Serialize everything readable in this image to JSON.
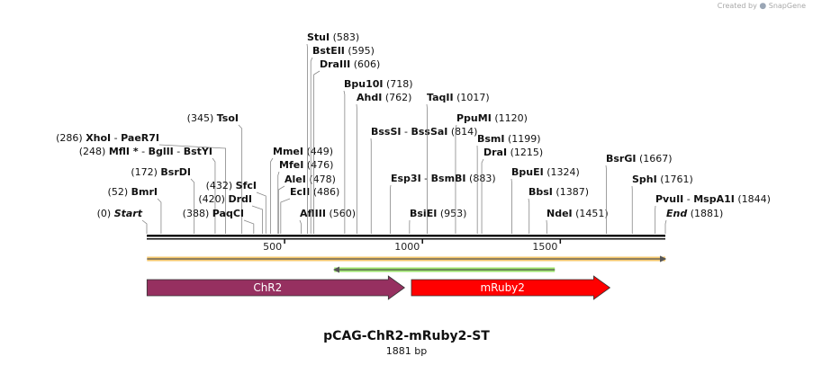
{
  "credit": {
    "prefix": "Created by",
    "product": "SnapGene"
  },
  "map": {
    "title": "pCAG-ChR2-mRuby2-ST",
    "length_text": "1881 bp",
    "length": 1881,
    "ticks": [
      500,
      1000,
      1500
    ],
    "features": [
      {
        "name": "ChR2",
        "start": 1,
        "end": 935,
        "color": "#963060",
        "strand": 1
      },
      {
        "name": "mRuby2",
        "start": 960,
        "end": 1680,
        "color": "#ff0000",
        "strand": 1
      }
    ],
    "orf_lines": [
      {
        "start": 1,
        "end": 1881,
        "strand": 1,
        "color": "#f5c86e"
      },
      {
        "start": 680,
        "end": 1480,
        "strand": -1,
        "color": "#9be36b"
      }
    ],
    "sites": [
      {
        "label": "Start",
        "pos_text": "(0)",
        "pos": 0,
        "italic": true
      },
      {
        "label": "BmrI",
        "pos_text": "(52)",
        "pos": 52
      },
      {
        "label": "BsrDI",
        "pos_text": "(172)",
        "pos": 172
      },
      {
        "label": "MflI *",
        "pos_text": "(248)",
        "pos": 248,
        "group": [
          "BglII",
          "BstYI"
        ]
      },
      {
        "label": "XhoI",
        "pos_text": "(286)",
        "pos": 286,
        "group": [
          "PaeR7I"
        ]
      },
      {
        "label": "TsoI",
        "pos_text": "(345)",
        "pos": 345
      },
      {
        "label": "PaqCI",
        "pos_text": "(388)",
        "pos": 388
      },
      {
        "label": "DrdI",
        "pos_text": "(420)",
        "pos": 420
      },
      {
        "label": "SfcI",
        "pos_text": "(432)",
        "pos": 432
      },
      {
        "label": "MmeI",
        "pos_text": "(449)",
        "pos": 449
      },
      {
        "label": "MfeI",
        "pos_text": "(476)",
        "pos": 476
      },
      {
        "label": "AleI",
        "pos_text": "(478)",
        "pos": 478
      },
      {
        "label": "EcII",
        "pos_text": "(486)",
        "pos": 486
      },
      {
        "label": "AflIII",
        "pos_text": "(560)",
        "pos": 560
      },
      {
        "label": "StuI",
        "pos_text": "(583)",
        "pos": 583
      },
      {
        "label": "BstEII",
        "pos_text": "(595)",
        "pos": 595
      },
      {
        "label": "DraIII",
        "pos_text": "(606)",
        "pos": 606
      },
      {
        "label": "Bpu10I",
        "pos_text": "(718)",
        "pos": 718
      },
      {
        "label": "AhdI",
        "pos_text": "(762)",
        "pos": 762
      },
      {
        "label": "BssSI",
        "pos_text": "(814)",
        "pos": 814,
        "group": [
          "BssSaI"
        ]
      },
      {
        "label": "Esp3I",
        "pos_text": "(883)",
        "pos": 883,
        "group": [
          "BsmBI"
        ]
      },
      {
        "label": "BsiEI",
        "pos_text": "(953)",
        "pos": 953
      },
      {
        "label": "TaqII",
        "pos_text": "(1017)",
        "pos": 1017
      },
      {
        "label": "PpuMI",
        "pos_text": "(1120)",
        "pos": 1120
      },
      {
        "label": "BsmI",
        "pos_text": "(1199)",
        "pos": 1199
      },
      {
        "label": "DraI",
        "pos_text": "(1215)",
        "pos": 1215
      },
      {
        "label": "BpuEI",
        "pos_text": "(1324)",
        "pos": 1324
      },
      {
        "label": "BbsI",
        "pos_text": "(1387)",
        "pos": 1387
      },
      {
        "label": "NdeI",
        "pos_text": "(1451)",
        "pos": 1451
      },
      {
        "label": "BsrGI",
        "pos_text": "(1667)",
        "pos": 1667
      },
      {
        "label": "SphI",
        "pos_text": "(1761)",
        "pos": 1761
      },
      {
        "label": "PvuII",
        "pos_text": "(1844)",
        "pos": 1844,
        "group": [
          "MspA1I"
        ]
      },
      {
        "label": "End",
        "pos_text": "(1881)",
        "pos": 1881,
        "italic": true
      }
    ]
  }
}
